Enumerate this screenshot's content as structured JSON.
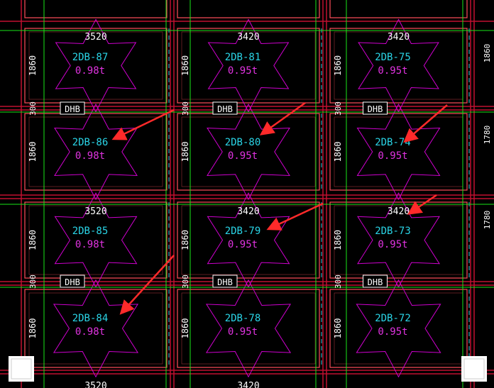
{
  "colors": {
    "background": "#000000",
    "slab_outline": "#ff4d5a",
    "beam_line": "#c01030",
    "grid_green": "#19e619",
    "dim_white": "#ffffff",
    "label_cyan": "#2ad4e6",
    "weight_magenta": "#e033e0",
    "star_magenta": "#d000d0",
    "arrow_red": "#ff2a2a",
    "dashed_cyan": "#25c8d8"
  },
  "top_dimensions": [
    "3520",
    "3420",
    "3420"
  ],
  "bottom_dimensions_partial": [
    "3520",
    "3420"
  ],
  "side_dimensions": {
    "slab_height": "1860",
    "gap": "300"
  },
  "gap_tag": "DHB",
  "right_edge_dims": [
    "1860",
    "1780",
    "1780"
  ],
  "panels": [
    {
      "id": "2DB-87",
      "weight": "0.98t"
    },
    {
      "id": "2DB-81",
      "weight": "0.95t"
    },
    {
      "id": "2DB-75",
      "weight": "0.95t"
    },
    {
      "id": "2DB-86",
      "weight": "0.98t"
    },
    {
      "id": "2DB-80",
      "weight": "0.95t"
    },
    {
      "id": "2DB-74",
      "weight": "0.95t"
    },
    {
      "id": "2DB-85",
      "weight": "0.98t"
    },
    {
      "id": "2DB-79",
      "weight": "0.95t"
    },
    {
      "id": "2DB-73",
      "weight": "0.95t"
    },
    {
      "id": "2DB-84",
      "weight": "0.98t"
    },
    {
      "id": "2DB-78",
      "weight": "0.95t"
    },
    {
      "id": "2DB-72",
      "weight": "0.95t"
    }
  ]
}
